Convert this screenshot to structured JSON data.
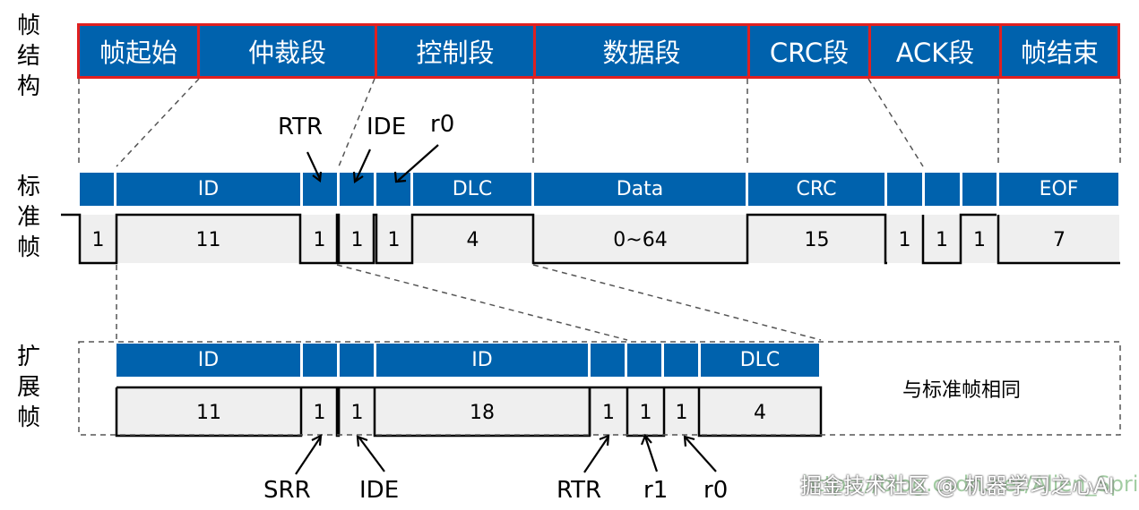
{
  "side_labels": {
    "frame_structure": [
      "帧",
      "结",
      "构"
    ],
    "standard_frame": [
      "标",
      "准",
      "帧"
    ],
    "extended_frame": [
      "扩",
      "展",
      "帧"
    ]
  },
  "frame_segments": [
    "帧起始",
    "仲裁段",
    "控制段",
    "数据段",
    "CRC段",
    "ACK段",
    "帧结束"
  ],
  "standard": {
    "fields": [
      "ID",
      "DLC",
      "Data",
      "CRC",
      "EOF"
    ],
    "bits": [
      "1",
      "11",
      "1",
      "1",
      "1",
      "4",
      "0~64",
      "15",
      "1",
      "1",
      "1",
      "7"
    ],
    "callouts": [
      "RTR",
      "IDE",
      "r0"
    ]
  },
  "extended": {
    "fields": [
      "ID",
      "ID",
      "DLC"
    ],
    "bits": [
      "11",
      "1",
      "1",
      "18",
      "1",
      "1",
      "1",
      "4"
    ],
    "same_as_standard": "与标准帧相同",
    "callouts": [
      "SRR",
      "IDE",
      "RTR",
      "r1",
      "r0"
    ]
  },
  "watermark": "掘金技术社区 @ 机器学习之心AI",
  "watermark_url": "https://blog.csdn.net/Alien_Spring",
  "colors": {
    "field_blue": "#0062ad",
    "segment_border": "#e02020",
    "bit_fill": "#efefef"
  }
}
